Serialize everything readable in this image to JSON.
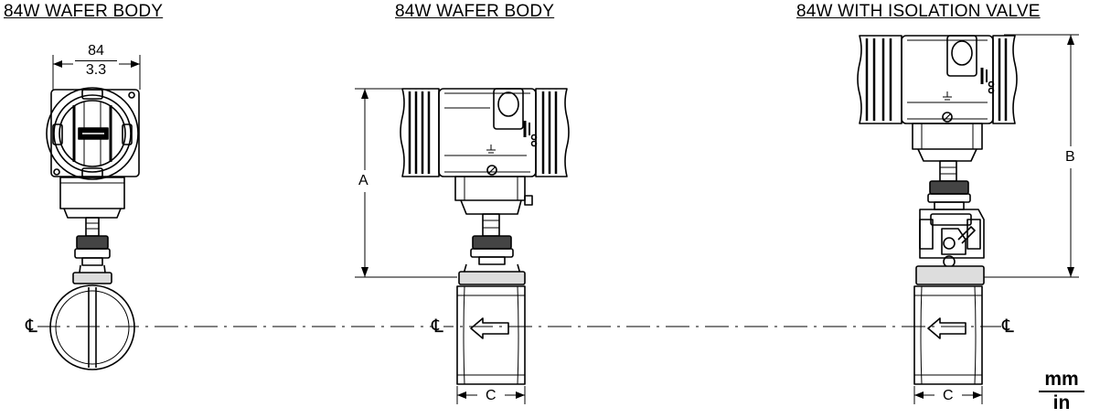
{
  "titles": {
    "left": "84W WAFER BODY",
    "middle": "84W WAFER BODY",
    "right": "84W WITH ISOLATION VALVE"
  },
  "width_dimension": {
    "mm": "84",
    "in": "3.3"
  },
  "dimension_labels": {
    "a": "A",
    "b": "B",
    "c_middle": "C",
    "c_right": "C"
  },
  "centerline_symbol": "℄",
  "units": {
    "top": "mm",
    "bottom": "in"
  }
}
